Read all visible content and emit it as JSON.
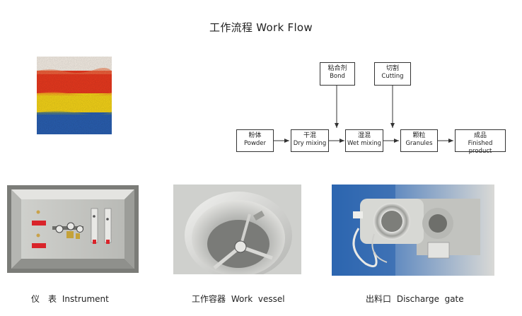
{
  "title": "工作流程  Work Flow",
  "inputs": [
    {
      "zh": "粘合剂",
      "en": "Bond"
    },
    {
      "zh": "切割",
      "en": "Cutting"
    }
  ],
  "steps": [
    {
      "zh": "粉体",
      "en": "Powder"
    },
    {
      "zh": "干混",
      "en": "Dry  mixing"
    },
    {
      "zh": "湿混",
      "en": "Wet  mixing"
    },
    {
      "zh": "颗粒",
      "en": "Granules"
    },
    {
      "zh": "成品",
      "en": "Finished  product"
    }
  ],
  "captions": [
    {
      "zh": "仪　表",
      "en": "Instrument"
    },
    {
      "zh": "工作容器",
      "en": "Work  vessel"
    },
    {
      "zh": "出料口",
      "en": "Discharge  gate"
    }
  ],
  "colors": {
    "granule_red": "#e8391f",
    "granule_yellow": "#f3d21a",
    "granule_blue": "#2a5fb0",
    "line": "#333333"
  }
}
